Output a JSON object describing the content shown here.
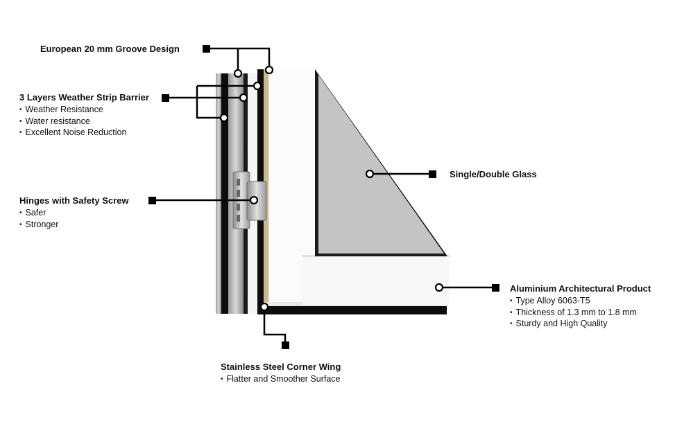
{
  "callouts": {
    "groove": {
      "title": "European 20 mm Groove  Design"
    },
    "weather": {
      "title": "3 Layers Weather Strip Barrier",
      "items": [
        "Weather Resistance",
        "Water resistance",
        "Excellent Noise Reduction"
      ]
    },
    "hinges": {
      "title": "Hinges with Safety Screw",
      "items": [
        "Safer",
        "Stronger"
      ]
    },
    "glass": {
      "title": "Single/Double Glass"
    },
    "aluminium": {
      "title": "Aluminium Architectural Product",
      "items": [
        "Type Alloy 6063-T5",
        "Thickness of 1.3 mm to 1.8 mm",
        "Sturdy and High Quality"
      ]
    },
    "corner": {
      "title": "Stainless Steel Corner Wing",
      "items": [
        "Flatter and Smoother Surface"
      ]
    }
  },
  "colors": {
    "glass": "#c4c4c4",
    "frame": "#111111",
    "leader": "#000000"
  }
}
